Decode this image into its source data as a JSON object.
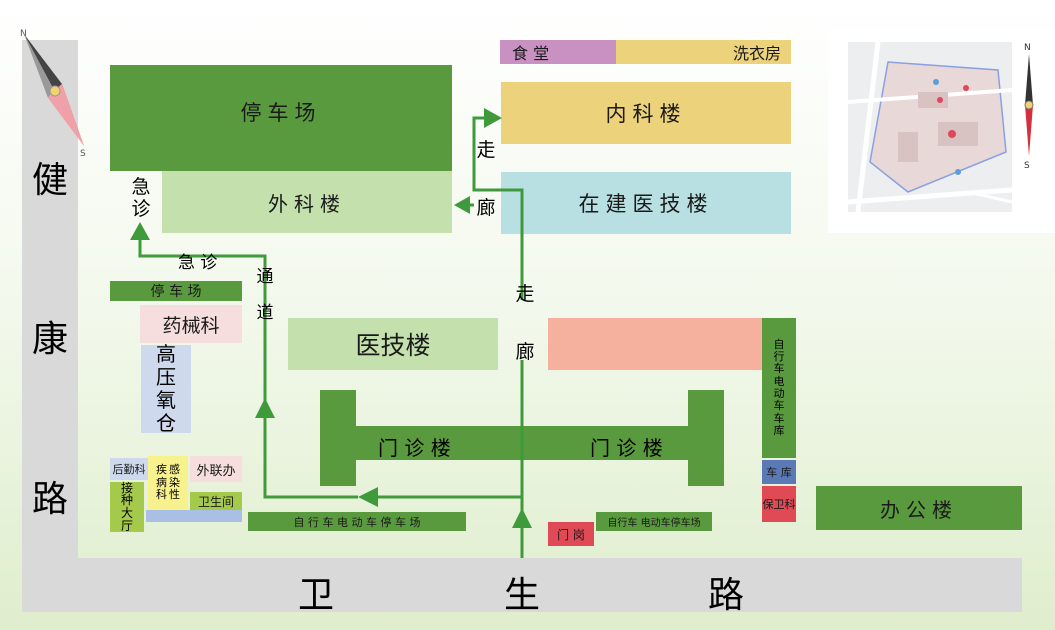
{
  "roads": {
    "jiankang": [
      "健",
      "康",
      "路"
    ],
    "weisheng": [
      "卫",
      "生",
      "路"
    ]
  },
  "buildings": {
    "canteen": "食 堂",
    "laundry": "洗衣房",
    "internal_medicine": "内科楼",
    "under_construction": "在建医技楼",
    "parking_top": "停车场",
    "surgery": "外科楼",
    "emergency": [
      "急",
      "诊"
    ],
    "parking_small": "停 车 场",
    "pharmacy": "药械科",
    "oxygen": [
      "高",
      "压",
      "氧",
      "仓"
    ],
    "medtech": "医技楼",
    "outpatient_left": "门 诊 楼",
    "outpatient_right": "门 诊 楼",
    "logistics": "后勤科",
    "vaccination": [
      "接",
      "种",
      "大",
      "厅"
    ],
    "infection": [
      "疾",
      "病",
      "科"
    ],
    "infection2": [
      "感",
      "染",
      "性"
    ],
    "foreign_affairs": "外联办",
    "toilet": "卫生间",
    "bike_parking_bottom": "自 行 车  电 动 车 停 车 场",
    "gate": "门 岗",
    "bike_parking_gate": "自行车 电动车停车场",
    "garage_bikes": [
      "自",
      "行",
      "车",
      "电",
      "动",
      "车",
      "车",
      "库"
    ],
    "garage": "车 库",
    "security": "保卫科",
    "office": "办公楼"
  },
  "paths": {
    "corridor_top": [
      "走",
      "廊"
    ],
    "corridor_mid": [
      "走",
      "廊"
    ],
    "emergency_path_h": "急 诊",
    "emergency_path_v": [
      "通",
      "道"
    ]
  },
  "compass": {
    "n": "N",
    "s": "S"
  },
  "colors": {
    "dark_green": "#5a9a3e",
    "light_green": "#c3e0ad",
    "yellow": "#ecd27a",
    "teal": "#b8dfe2",
    "pink": "#f5b09e",
    "purple": "#c891c2",
    "blue": "#5a79b5",
    "red": "#e04a55",
    "light_blue": "#cfd9ee",
    "light_pink": "#f6dede",
    "road": "#d9d9d9",
    "arrow": "#3f9a3b"
  }
}
